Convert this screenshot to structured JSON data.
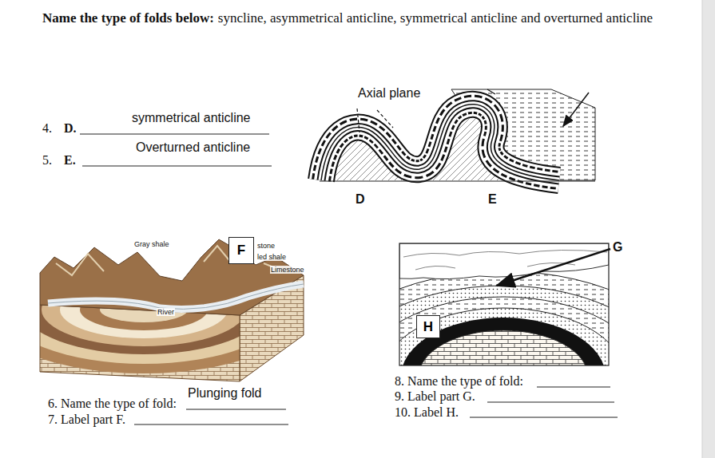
{
  "diagram": {
    "title": "Name the type of folds below:",
    "nodes": [
      {
        "text": [
          "F"
        ]
      },
      {
        "text": [
          "H"
        ]
      }
    ],
    "labels": [
      "syncline, asymmetrical anticline, symmetrical anticline and overturned anticline",
      "4.",
      "D.",
      "symmetrical anticline",
      "5.",
      "E.",
      "Overturned anticline",
      "Axial plane",
      "D",
      "E",
      "Gray shale",
      "stone",
      "led shale",
      "Limestone",
      "River",
      "Plunging fold",
      "6. Name the type of fold:",
      "7. Label part F.",
      "G",
      "8. Name the type of fold:",
      "9. Label part G.",
      "10. Label H."
    ]
  }
}
